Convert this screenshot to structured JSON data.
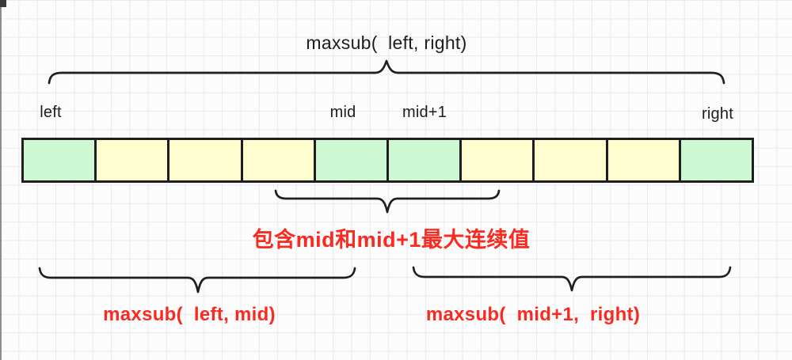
{
  "title": "maxsub(  left, right)",
  "pointer_labels": [
    {
      "text": "left"
    },
    {
      "text": "mid"
    },
    {
      "text": "mid+1"
    },
    {
      "text": "right"
    }
  ],
  "array": {
    "cells": [
      "green",
      "yellow",
      "yellow",
      "yellow",
      "green",
      "green",
      "yellow",
      "yellow",
      "yellow",
      "green"
    ]
  },
  "captions": {
    "cross_mid": "包含mid和mid+1最大连续值",
    "left_half": "maxsub(  left, mid)",
    "right_half": "maxsub(  mid+1,  right)"
  },
  "colors": {
    "cell_green": "#cdf8d2",
    "cell_yellow": "#fdfdd0",
    "accent_red": "#f92b21",
    "stroke_black": "#1f1f1f"
  }
}
